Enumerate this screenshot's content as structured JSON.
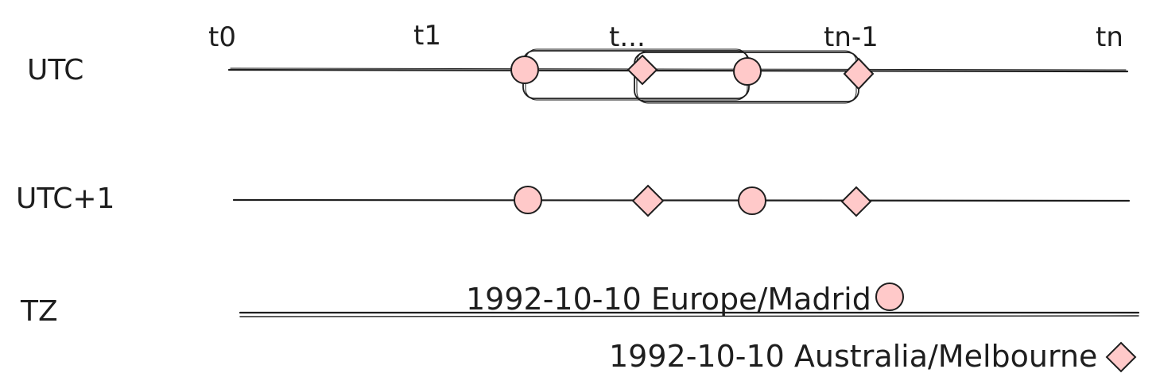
{
  "ticks": [
    "t0",
    "t1",
    "t...",
    "tn-1",
    "tn"
  ],
  "rows": [
    "UTC",
    "UTC+1",
    "TZ"
  ],
  "legend": [
    {
      "text": "1992-10-10 Europe/Madrid",
      "shape": "circle"
    },
    {
      "text": "1992-10-10 Australia/Melbourne",
      "shape": "diamond"
    }
  ],
  "colors": {
    "marker_fill": "#ffc9c9",
    "stroke": "#1e1e1e"
  }
}
